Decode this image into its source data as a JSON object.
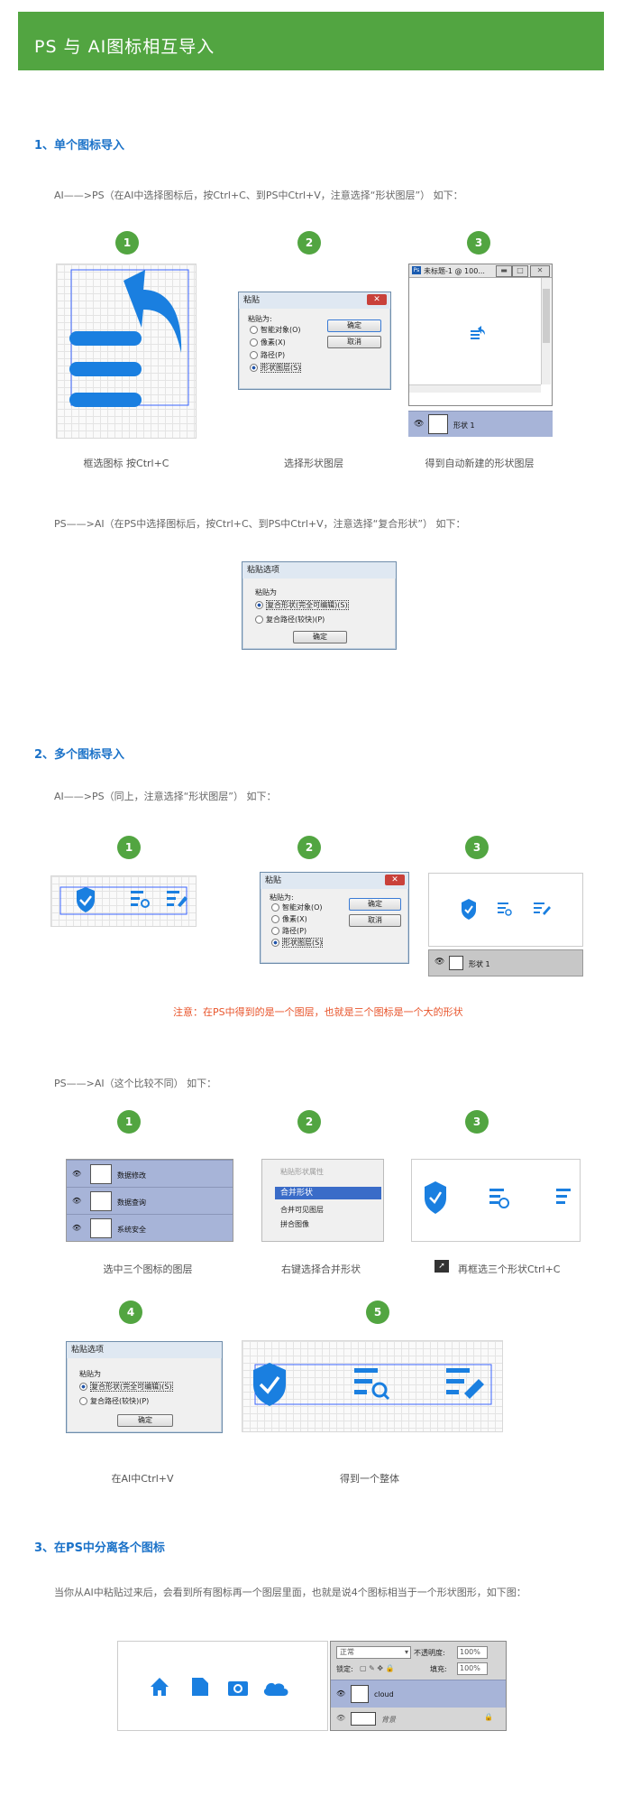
{
  "header": {
    "title": "PS 与 AI图标相互导入"
  },
  "s1": {
    "title": "1、单个图标导入",
    "desc": "AI——>PS（在AI中选择图标后，按Ctrl+C、到PS中Ctrl+V，注意选择“形状图层”） 如下：",
    "steps": [
      "1",
      "2",
      "3"
    ],
    "captions": [
      "框选图标 按Ctrl+C",
      "选择形状图层",
      "得到自动新建的形状图层"
    ],
    "paste_dialog": {
      "title": "粘贴",
      "group": "粘贴为:",
      "options": [
        "智能对象(O)",
        "像素(X)",
        "路径(P)",
        "形状图层(S)"
      ],
      "ok": "确定",
      "cancel": "取消"
    },
    "ps_window": {
      "tab": "未标题-1 @ 100...",
      "layer": "形状 1"
    },
    "desc2": "PS——>AI（在PS中选择图标后，按Ctrl+C、到PS中Ctrl+V，注意选择“复合形状”） 如下：",
    "ai_dialog": {
      "title": "粘贴选项",
      "group": "粘贴为",
      "options": [
        "复合形状(完全可编辑)(S)",
        "复合路径(较快)(P)"
      ],
      "ok": "确定"
    }
  },
  "s2": {
    "title": "2、多个图标导入",
    "desc": "AI——>PS（同上，注意选择“形状图层”） 如下：",
    "steps": [
      "1",
      "2",
      "3"
    ],
    "paste_dialog": {
      "title": "粘贴",
      "group": "粘贴为:",
      "options": [
        "智能对象(O)",
        "像素(X)",
        "路径(P)",
        "形状图层(S)"
      ],
      "ok": "确定",
      "cancel": "取消"
    },
    "layer": "形状 1",
    "note": "注意：在PS中得到的是一个图层，也就是三个图标是一个大的形状",
    "desc2": "PS——>AI（这个比较不同） 如下：",
    "steps2": [
      "1",
      "2",
      "3",
      "4",
      "5"
    ],
    "layers": [
      "数据修改",
      "数据查询",
      "系统安全"
    ],
    "menu": {
      "header": "粘贴形状属性",
      "items": [
        "合并形状",
        "合并可见图层",
        "拼合图像"
      ]
    },
    "captions": [
      "选中三个图标的图层",
      "右键选择合并形状",
      "再框选三个形状Ctrl+C",
      "在AI中Ctrl+V",
      "得到一个整体"
    ],
    "ai_dialog": {
      "title": "粘贴选项",
      "group": "粘贴为",
      "options": [
        "复合形状(完全可编辑)(S)",
        "复合路径(较快)(P)"
      ],
      "ok": "确定"
    }
  },
  "s3": {
    "title": "3、在PS中分离各个图标",
    "desc": "当你从AI中粘贴过来后，会看到所有图标再一个图层里面，也就是说4个图标相当于一个形状图形，如下图：",
    "panel": {
      "mode": "正常",
      "opacity_label": "不透明度:",
      "opacity": "100%",
      "lock_label": "锁定:",
      "fill_label": "填充:",
      "fill": "100%",
      "layers": [
        "cloud",
        "背景"
      ]
    }
  },
  "colors": {
    "green": "#52a541",
    "blue": "#1b72c8",
    "icon_blue": "#1a7fe0",
    "warn": "#e8552c"
  }
}
